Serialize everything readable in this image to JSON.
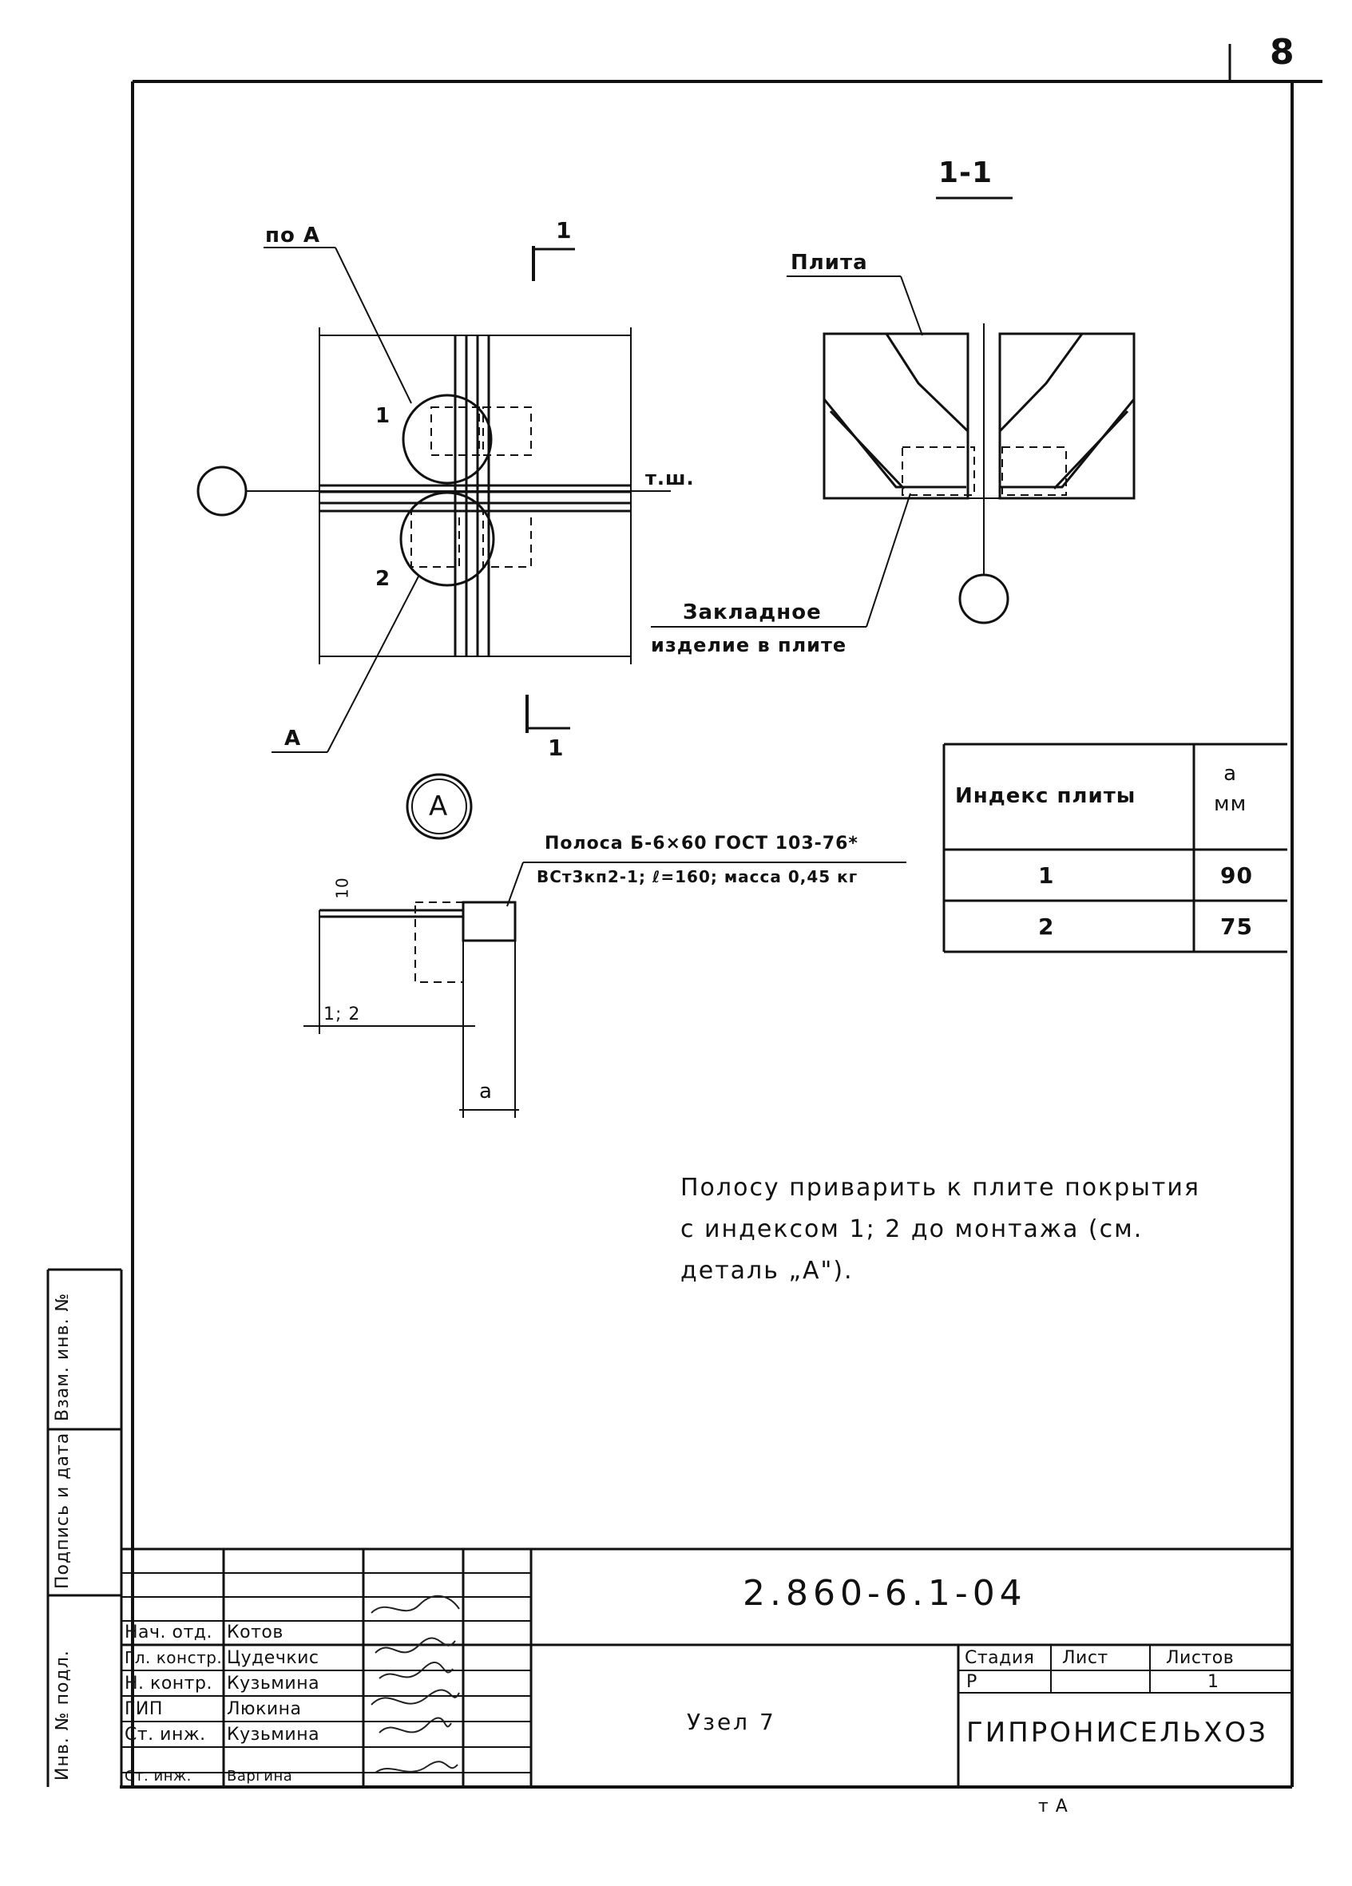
{
  "sheet_number": "8",
  "section_title": "1-1",
  "plan_view": {
    "ref_label": "по А",
    "label_1": "1",
    "label_2": "2",
    "label_A": "А",
    "axis_label": "т.ш.",
    "cut_top": "1",
    "cut_bottom": "1"
  },
  "section_view": {
    "plate_label": "Плита",
    "embed_label_line1": "Закладное",
    "embed_label_line2": "изделие в плите"
  },
  "detail": {
    "marker": "А",
    "strip_line1": "Полоса Б-6×60 ГОСТ 103-76*",
    "strip_line2": "ВСт3кп2-1; ℓ=160; масса 0,45 кг",
    "dim_10": "10",
    "dim_index": "1; 2",
    "dim_a": "a"
  },
  "index_table": {
    "headers": [
      "Индекс плиты",
      "a\nмм"
    ],
    "rows": [
      {
        "index": "1",
        "a": "90"
      },
      {
        "index": "2",
        "a": "75"
      }
    ]
  },
  "note": {
    "line1": "Полосу приварить к плите покрытия",
    "line2": "с индексом 1; 2 до монтажа (см.",
    "line3": "деталь „А\")."
  },
  "title_block": {
    "doc_code": "2.860-6.1-04",
    "drawing_name": "Узел 7",
    "stage_header": "Стадия",
    "sheet_header": "Лист",
    "sheets_header": "Листов",
    "stage_value": "Р",
    "sheet_value": "",
    "sheets_value": "1",
    "organization": "ГИПРОНИСЕЛЬХОЗ",
    "bottom_mark": "т А",
    "staff": [
      {
        "role": "Нач. отд.",
        "name": "Котов"
      },
      {
        "role": "Гл. констр.",
        "name": "Цудечкис"
      },
      {
        "role": "Н. контр.",
        "name": "Кузьмина"
      },
      {
        "role": "ГИП",
        "name": "Люкина"
      },
      {
        "role": "Ст. инж.",
        "name": "Кузьмина"
      },
      {
        "role": "Ст. инж.",
        "name": "Варгина"
      }
    ]
  },
  "side_stamps": {
    "inv_orig": "Инв. № подл.",
    "sign_date": "Подпись и дата",
    "repl_inv": "Взам. инв. №"
  }
}
